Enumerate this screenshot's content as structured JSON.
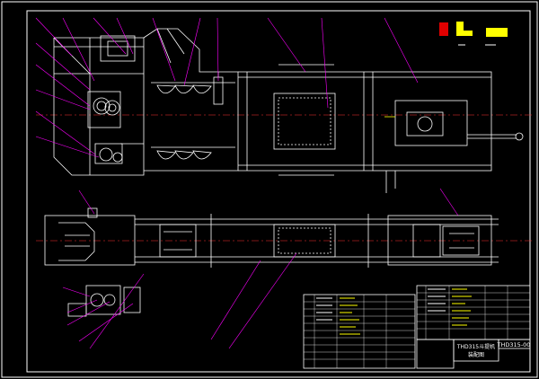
{
  "title_block": {
    "drawing_number": "THD315-00",
    "drawing_name_line1": "THD315斗提机",
    "drawing_name_line2": "装配图"
  },
  "colors": {
    "background": "#000000",
    "outline": "#ffffff",
    "leader": "#ff00ff",
    "centerline": "#ff3030",
    "hidden": "#ffff00",
    "legend_red": "#e00000",
    "legend_yellow": "#ffff00"
  }
}
